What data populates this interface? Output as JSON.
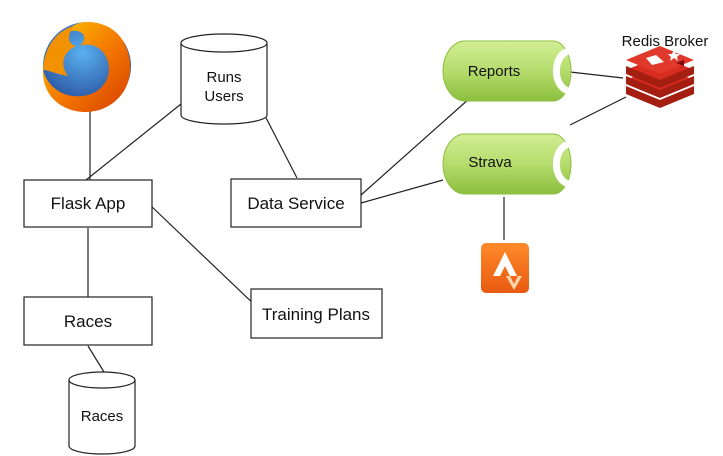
{
  "nodes": {
    "flask_app": "Flask App",
    "data_service": "Data Service",
    "training_plans": "Training Plans",
    "races_service": "Races",
    "races_db": "Races",
    "runs_users_db": [
      "Runs",
      "Users"
    ],
    "reports_queue": "Reports",
    "strava_queue": "Strava",
    "redis_broker": "Redis Broker"
  },
  "icons": {
    "browser": "firefox-icon",
    "broker": "redis-icon",
    "strava": "strava-icon"
  },
  "colors": {
    "queue_green": "#b5dc6c",
    "redis_red": "#d82c20",
    "strava_orange": "#f26a1b",
    "firefox_orange": "#e66000",
    "firefox_blue": "#1f5aa6"
  }
}
